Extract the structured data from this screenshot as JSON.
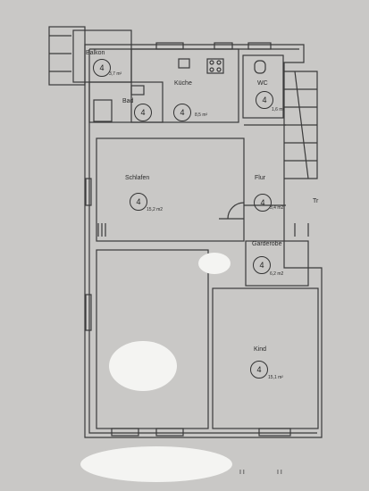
{
  "rooms": [
    {
      "name": "Balkon",
      "marker": "4",
      "area": "3,7 m²"
    },
    {
      "name": "Küche",
      "marker": "4",
      "area": "8,5 m²"
    },
    {
      "name": "Bad",
      "marker": "4",
      "area": ""
    },
    {
      "name": "WC",
      "marker": "4",
      "area": "1,6 m²"
    },
    {
      "name": "Schlafen",
      "marker": "4",
      "area": "15,2 m2"
    },
    {
      "name": "Flur",
      "marker": "4",
      "area": "3,4 m2"
    },
    {
      "name": "Garderobe",
      "marker": "4",
      "area": "6,2 m2"
    },
    {
      "name": "Kind",
      "marker": "4",
      "area": "15,1 m²"
    }
  ],
  "partial_label": "Tr",
  "bottom_marks": [
    "I I",
    "I I"
  ],
  "colors": {
    "background": "#c9c8c6",
    "lines": "#3a3a3a",
    "smudge": "#f4f4f2"
  }
}
